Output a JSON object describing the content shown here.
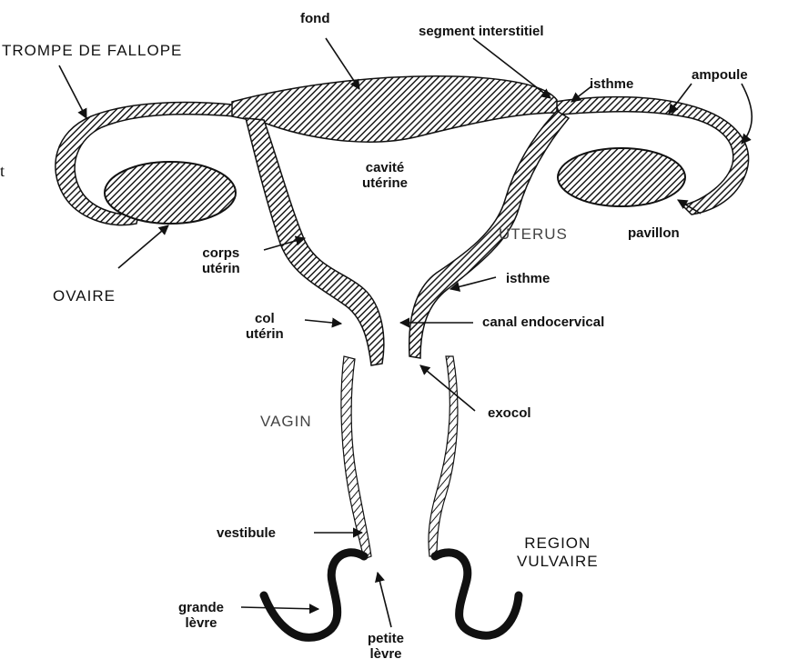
{
  "labels": {
    "trompe": "TROMPE DE FALLOPE",
    "fond": "fond",
    "segment_interstitiel": "segment interstitiel",
    "isthme_trompe": "isthme",
    "ampoule": "ampoule",
    "pavillon": "pavillon",
    "cavite_line1": "cavité",
    "cavite_line2": "utérine",
    "uterus": "UTERUS",
    "ovaire": "OVAIRE",
    "corps_line1": "corps",
    "corps_line2": "utérin",
    "isthme_uterus": "isthme",
    "col_line1": "col",
    "col_line2": "utérin",
    "canal_endocervical": "canal endocervical",
    "vagin": "VAGIN",
    "exocol": "exocol",
    "vestibule": "vestibule",
    "region_line1": "REGION",
    "region_line2": "VULVAIRE",
    "grande_line1": "grande",
    "grande_line2": "lèvre",
    "petite_line1": "petite",
    "petite_line2": "lèvre",
    "edge_letter": "t"
  },
  "colors": {
    "ink": "#111111",
    "hatch": "#1a1a1a",
    "paper": "#ffffff"
  }
}
